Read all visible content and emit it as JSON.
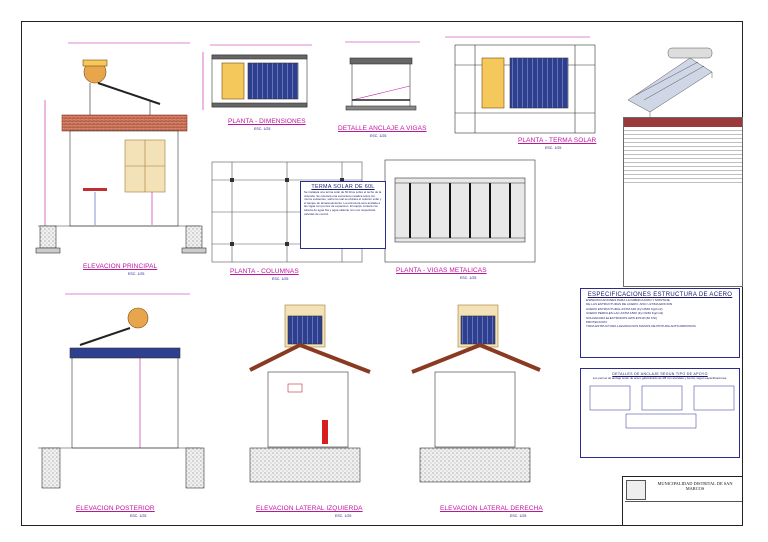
{
  "drawings": {
    "elevacion_principal": {
      "title": "ELEVACION PRINCIPAL",
      "scale": "ESC. 1/25"
    },
    "planta_dimensiones": {
      "title": "PLANTA - DIMENSIONES",
      "scale": "ESC. 1/25"
    },
    "detalle_anclaje": {
      "title": "DETALLE ANCLAJE A VIGAS",
      "scale": "ESC. 1/25"
    },
    "planta_terma": {
      "title": "PLANTA - TERMA SOLAR",
      "scale": "ESC. 1/25"
    },
    "planta_columnas": {
      "title": "PLANTA - COLUMNAS",
      "scale": "ESC. 1/25"
    },
    "planta_vigas": {
      "title": "PLANTA - VIGAS METALICAS",
      "scale": "ESC. 1/25"
    },
    "elevacion_posterior": {
      "title": "ELEVACION POSTERIOR",
      "scale": "ESC. 1/25"
    },
    "elevacion_izquierda": {
      "title": "ELEVACION LATERAL IZQUIERDA",
      "scale": "ESC. 1/25"
    },
    "elevacion_derecha": {
      "title": "ELEVACION LATERAL DERECHA",
      "scale": "ESC. 1/25"
    }
  },
  "terma_note": {
    "title": "TERMA SOLAR DE 60L",
    "body": "Se instalara una terma solar de 60 litros sobre el techo de la vivienda. Se colocara una estructura metalica sobre los muros existentes, sobre la cual se ubicara el colector solar y el tanque de almacenamiento. La estructura sera anclada a las vigas con pernos de expansion. El equipo contara con tuberia de agua fria y agua caliente con sus respectivas valvulas de control."
  },
  "spec_note": {
    "title": "ESPECIFICACIONES ESTRUCTURA DE ACERO",
    "lines": [
      "ESPECIFICACIONES PARA LA FABRICACION Y MONTAJE",
      "DE LAS ESTRUCTURAS DE ACERO: AISC ULTIMA EDICION",
      "ACERO ESTRUCTURAL           ASTM A36 (Fy=2530 Kg/cm2)",
      "ACERO PERFILES LAC            ASTM A500 (Fy=3230 Kg/cm2)",
      "SOLDADURA                   ELECTRODOS AWS E7018 (60 KSI)"
    ],
    "sub_title": "PROTECCION:",
    "sub_lines": [
      "TODA ESTRUCTURA LLEVARA DOS MANOS DE PINTURA ANTICORROSIVA",
      "Y DOS MANOS DE ESMALTE SINTETICO COLOR GRIS",
      "LIMPIEZA PREVIA DE SUPERFICIES SEGUN NORMA SSPC-SP6"
    ]
  },
  "detail_note": {
    "title": "DETALLES DE ANCLAJE SEGUN TIPO DE APOYO",
    "body": "Los pernos de anclaje seran de acero galvanizado de 3/8 con arandela y tuerca, segun especificaciones."
  },
  "stamp": {
    "org": "MUNICIPALIDAD DISTRITAL DE SAN MARCOS"
  }
}
